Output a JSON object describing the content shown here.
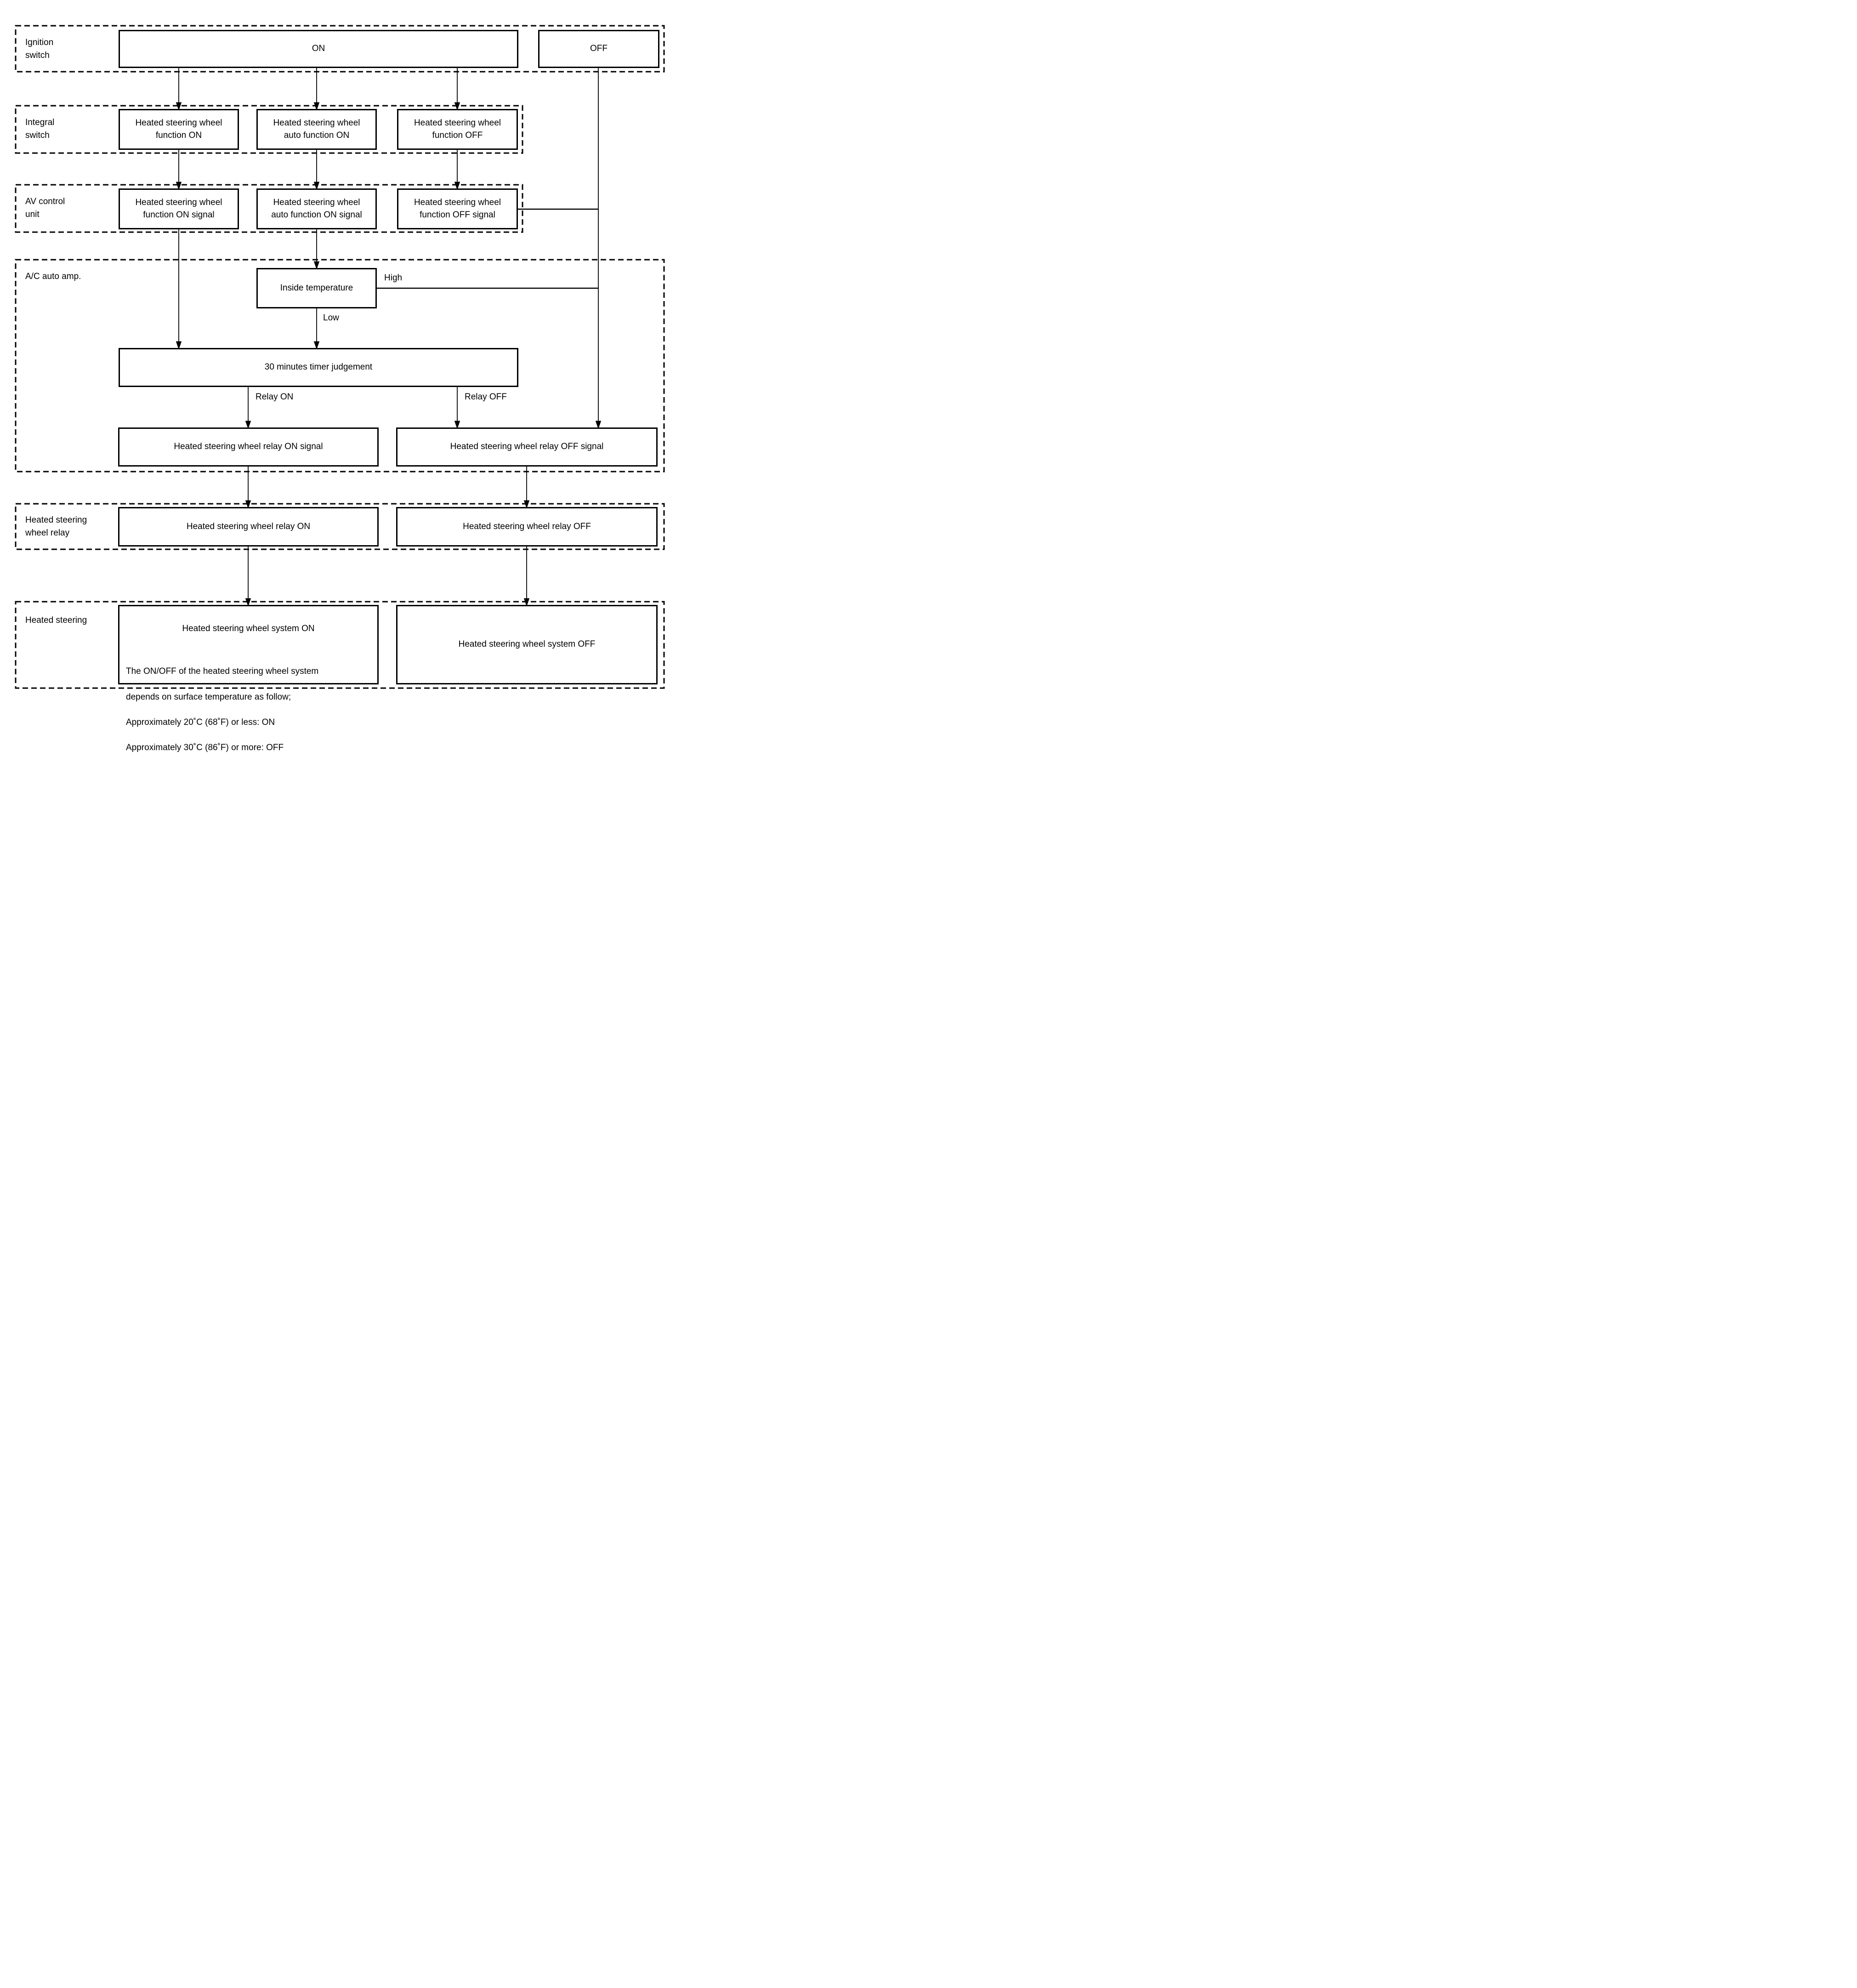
{
  "diagram": {
    "lanes": [
      {
        "label": "Ignition\nswitch"
      },
      {
        "label": "Integral\nswitch"
      },
      {
        "label": "AV control\nunit"
      },
      {
        "label": "A/C auto amp."
      },
      {
        "label": "Heated steering\nwheel relay"
      },
      {
        "label": "Heated steering"
      }
    ],
    "nodes": {
      "ignition_on": "ON",
      "ignition_off": "OFF",
      "integral_function_on": "Heated steering wheel\nfunction ON",
      "integral_auto_function_on": "Heated steering wheel\nauto function ON",
      "integral_function_off": "Heated steering wheel\nfunction OFF",
      "av_function_on_signal": "Heated steering wheel\nfunction ON signal",
      "av_auto_function_on_signal": "Heated steering wheel\nauto function ON signal",
      "av_function_off_signal": "Heated steering wheel\nfunction OFF signal",
      "inside_temperature": "Inside temperature",
      "timer_judgement": "30 minutes timer judgement",
      "relay_on_signal": "Heated steering wheel relay ON signal",
      "relay_off_signal": "Heated steering wheel relay OFF signal",
      "relay_on": "Heated steering wheel relay ON",
      "relay_off": "Heated steering wheel relay OFF",
      "system_off": "Heated steering wheel system OFF"
    },
    "system_on": {
      "title": "Heated steering wheel system ON",
      "body_lines": [
        "The ON/OFF of the heated steering wheel system",
        "depends on surface temperature as follow;",
        "Approximately 20˚C (68˚F) or less: ON",
        "Approximately 30˚C (86˚F) or more: OFF"
      ]
    },
    "edge_labels": {
      "high": "High",
      "low": "Low",
      "relay_on": "Relay ON",
      "relay_off": "Relay OFF"
    },
    "colors": {
      "line": "#000000",
      "background": "#ffffff"
    }
  }
}
